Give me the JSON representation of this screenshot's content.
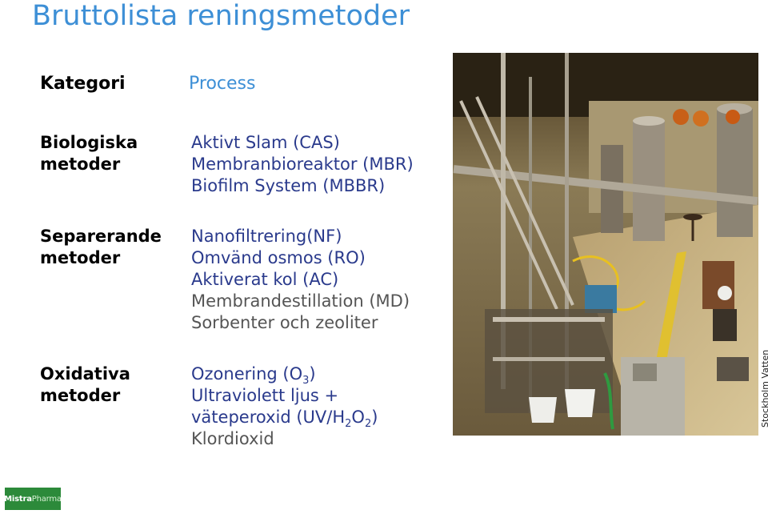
{
  "title": "Bruttolista reningsmetoder",
  "headers": {
    "category": "Kategori",
    "process": "Process"
  },
  "groups": [
    {
      "category": [
        "Biologiska",
        "metoder"
      ],
      "processes": [
        "Aktivt Slam (CAS)",
        "Membranbioreaktor (MBR)",
        "Biofilm System (MBBR)"
      ]
    },
    {
      "category": [
        "Separerande",
        "metoder"
      ],
      "processes": [
        "Nanofiltrering(NF)",
        "Omvänd osmos (RO)",
        "Aktiverat kol (AC)",
        "Membrandestillation (MD)",
        "Sorbenter och zeoliter"
      ]
    },
    {
      "category": [
        "Oxidativa",
        "metoder"
      ],
      "processes": {
        "ozone_prefix": "Ozonering (O",
        "ozone_sub": "3",
        "ozone_suffix": ")",
        "uv_line1": "Ultraviolett ljus +",
        "uv_prefix": "väteperoxid (UV/H",
        "uv_sub1": "2",
        "uv_mid": "O",
        "uv_sub2": "2",
        "uv_suffix": ")",
        "chlorine": "Klordioxid"
      }
    }
  ],
  "photo_credit": "Stockholm Vatten",
  "logo": {
    "part1": "Mistra",
    "part2": "Pharma"
  },
  "colors": {
    "title": "#3d8fd6",
    "navy": "#2a3a8c",
    "grey": "#555555",
    "logo": "#2c8a3a"
  }
}
